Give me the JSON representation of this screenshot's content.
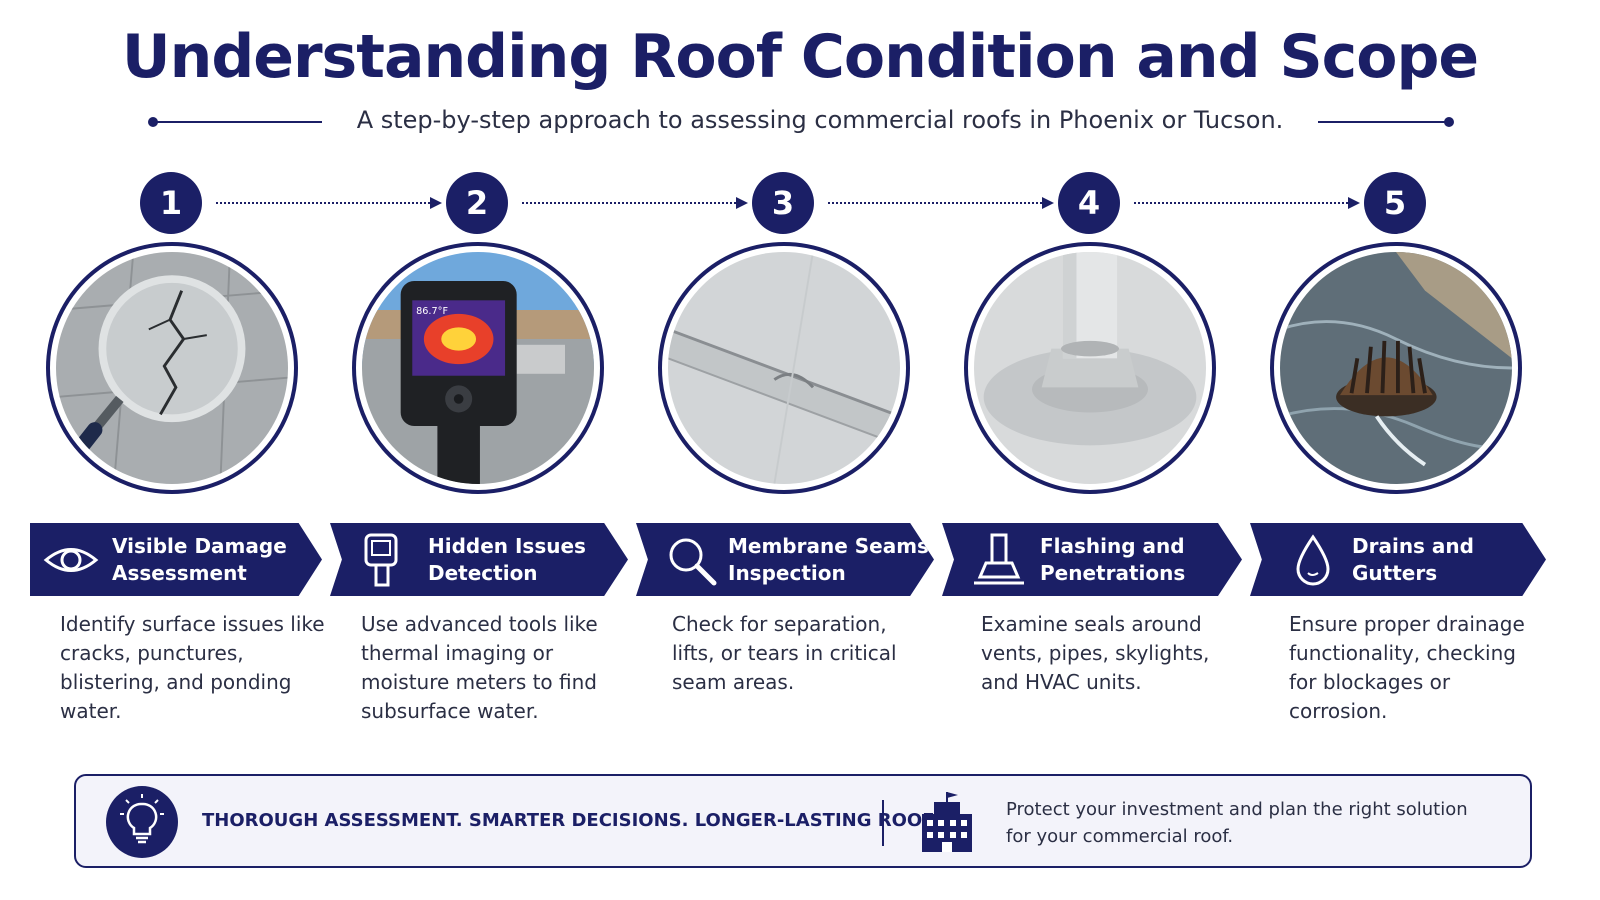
{
  "header": {
    "title": "Understanding Roof Condition and Scope",
    "subtitle": "A step-by-step approach to assessing commercial roofs in Phoenix or Tucson."
  },
  "colors": {
    "navy": "#1b1f66",
    "text": "#2b2f44",
    "panel": "#f3f3fa"
  },
  "steps": [
    {
      "number": "1",
      "title_line1": "Visible Damage",
      "title_line2": "Assessment",
      "icon": "eye-icon",
      "description": "Identify surface issues like cracks, punctures, blistering, and ponding water.",
      "photo": "magnifier-over-cracked-roof"
    },
    {
      "number": "2",
      "title_line1": "Hidden Issues",
      "title_line2": "Detection",
      "icon": "thermal-camera-icon",
      "description": "Use advanced tools like thermal imaging or moisture meters to find subsurface water.",
      "photo": "thermal-camera-on-rooftop",
      "thermal_reading": "86.7°F"
    },
    {
      "number": "3",
      "title_line1": "Membrane Seams",
      "title_line2": "Inspection",
      "icon": "magnifier-icon",
      "description": "Check for separation, lifts, or tears in critical seam areas.",
      "photo": "membrane-seam"
    },
    {
      "number": "4",
      "title_line1": "Flashing and",
      "title_line2": "Penetrations",
      "icon": "pipe-flashing-icon",
      "description": "Examine seals around vents, pipes, skylights, and HVAC units.",
      "photo": "pipe-penetration-flashing"
    },
    {
      "number": "5",
      "title_line1": "Drains and",
      "title_line2": "Gutters",
      "icon": "water-drop-icon",
      "description": "Ensure proper drainage functionality, checking for blockages or corrosion.",
      "photo": "roof-drain-with-water"
    }
  ],
  "footer": {
    "tagline": "THOROUGH ASSESSMENT. SMARTER DECISIONS. LONGER-LASTING ROOFS.",
    "message": "Protect your investment and plan the right solution for your commercial roof.",
    "left_icon": "lightbulb-icon",
    "right_icon": "building-icon"
  }
}
